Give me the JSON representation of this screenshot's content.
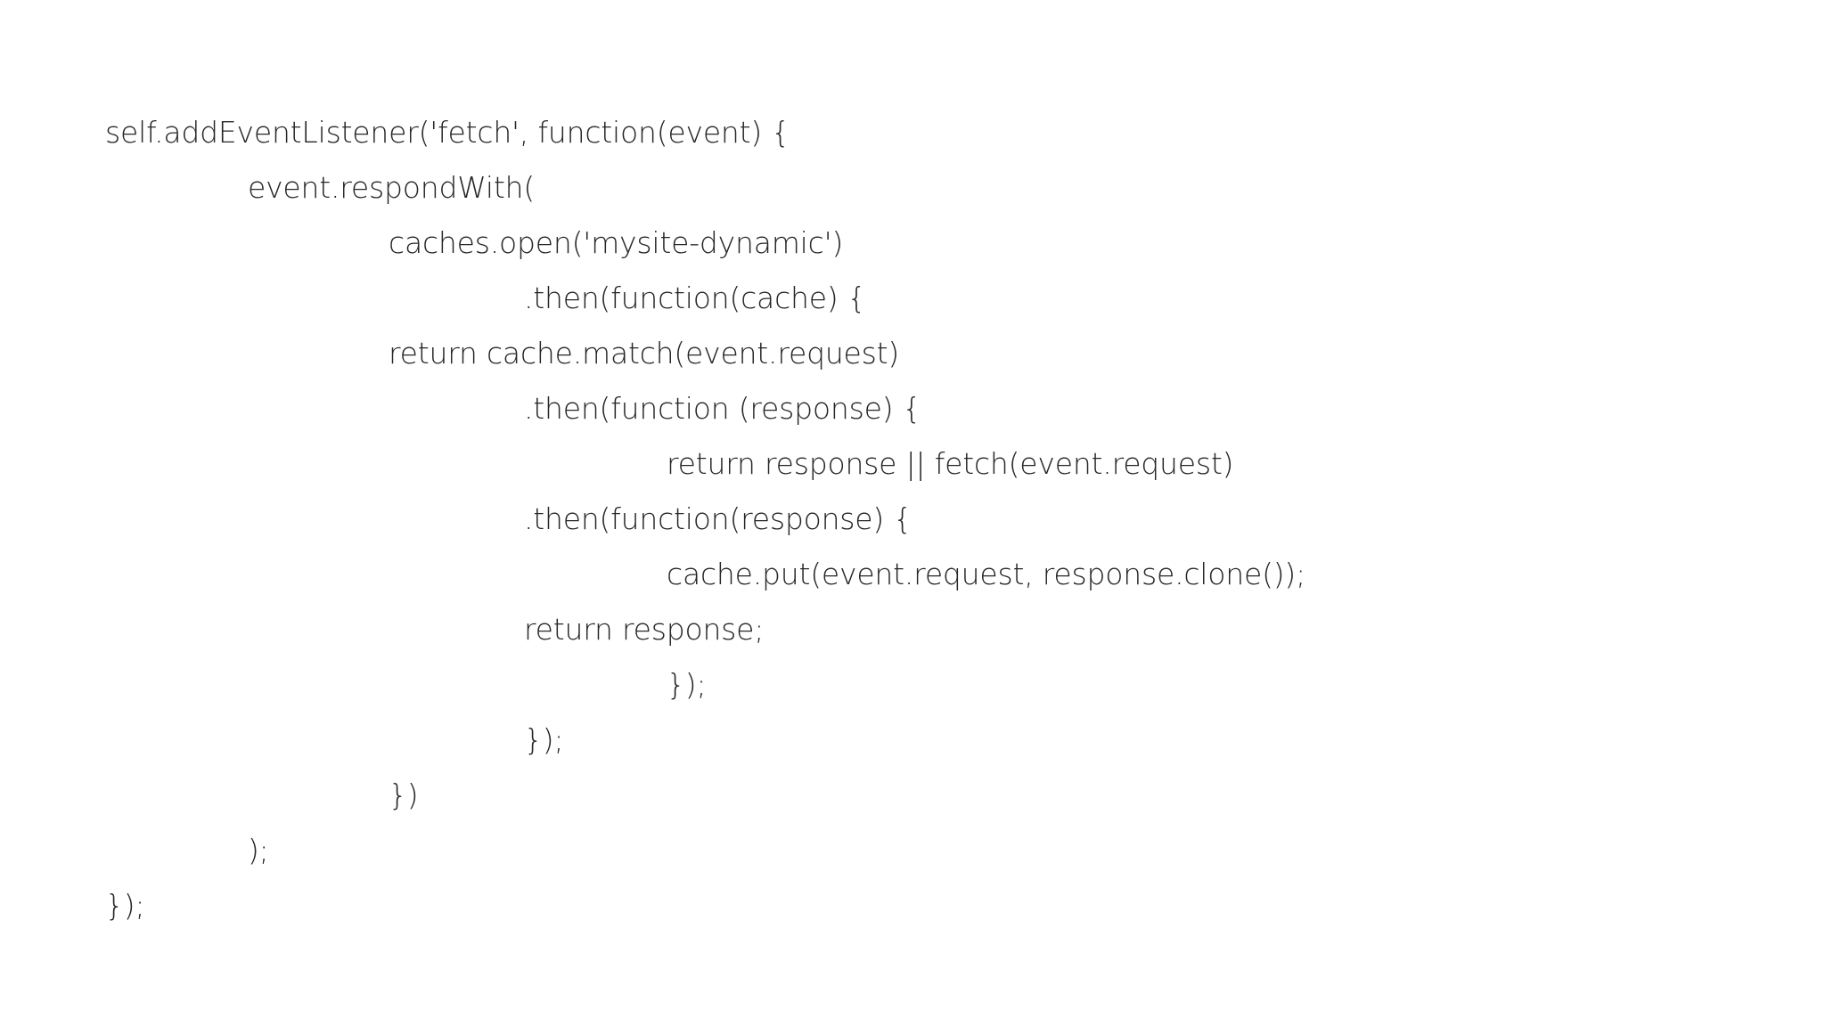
{
  "slide": {
    "background_color": "#ffffff",
    "text_color": "#262626",
    "title": "",
    "code": {
      "language": "javascript",
      "lines": [
        {
          "indent": 0,
          "text": "self.addEventListener('fetch', function(event) {"
        },
        {
          "indent": 1,
          "text": "event.respondWith("
        },
        {
          "indent": 2,
          "text": "caches.open('mysite-dynamic')"
        },
        {
          "indent": 3,
          "text": ".then(function(cache) {"
        },
        {
          "indent": 2,
          "text": "return cache.match(event.request)"
        },
        {
          "indent": 3,
          "text": ".then(function (response) {"
        },
        {
          "indent": 4,
          "text": "return response || fetch(event.request)"
        },
        {
          "indent": 3,
          "text": ".then(function(response) {"
        },
        {
          "indent": 4,
          "text": "cache.put(event.request, response.clone());"
        },
        {
          "indent": 3,
          "text": "return response;"
        },
        {
          "indent": 4,
          "text": "});"
        },
        {
          "indent": 3,
          "text": "});"
        },
        {
          "indent": 2,
          "text": "})"
        },
        {
          "indent": 1,
          "text": ");"
        },
        {
          "indent": 0,
          "text": "});"
        }
      ]
    }
  }
}
